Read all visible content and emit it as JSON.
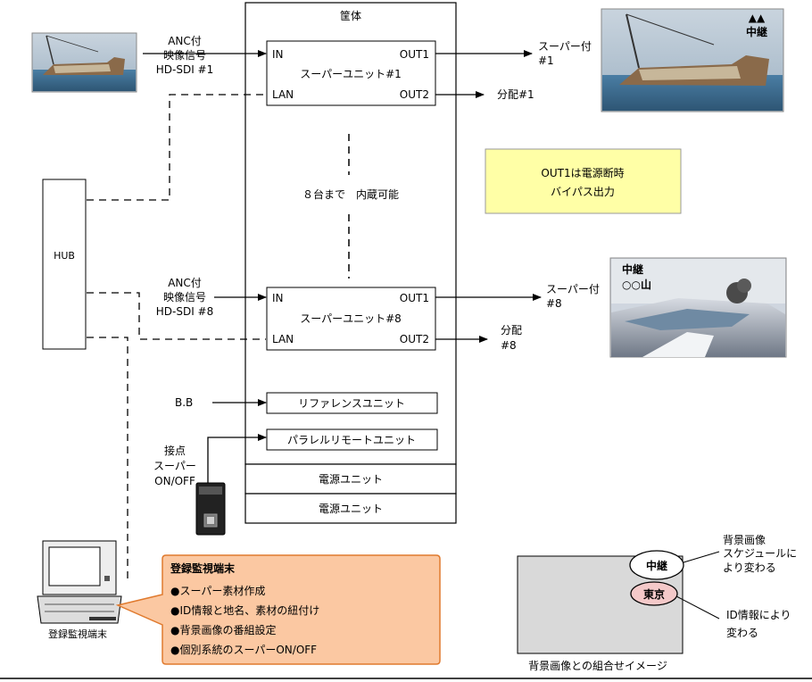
{
  "chassis": {
    "title": "筐体",
    "unit1": {
      "name": "スーパーユニット#1",
      "in": "IN",
      "lan": "LAN",
      "out1": "OUT1",
      "out2": "OUT2"
    },
    "unit8": {
      "name": "スーパーユニット#8",
      "in": "IN",
      "lan": "LAN",
      "out1": "OUT1",
      "out2": "OUT2"
    },
    "capacity_note": "８台まで　内蔵可能",
    "reference_unit": "リファレンスユニット",
    "parallel_remote_unit": "パラレルリモートユニット",
    "power_unit_1": "電源ユニット",
    "power_unit_2": "電源ユニット"
  },
  "inputs": {
    "signal1": [
      "ANC付",
      "映像信号",
      "HD-SDI #1"
    ],
    "signal8": [
      "ANC付",
      "映像信号",
      "HD-SDI #8"
    ],
    "bb": "B.B",
    "contact": [
      "接点",
      "スーパー",
      "ON/OFF"
    ]
  },
  "outputs": {
    "super1": [
      "スーパー付",
      "#1"
    ],
    "dist1": "分配#1",
    "super8": [
      "スーパー付",
      "#8"
    ],
    "dist8": [
      "分配",
      "#8"
    ]
  },
  "hub": {
    "label": "HUB"
  },
  "bypass_note": [
    "OUT1は電源断時",
    "バイパス出力"
  ],
  "thumb1_overlay": {
    "marks": "▲▲",
    "text": "中継"
  },
  "thumb8_overlay": {
    "line1": "中継",
    "line2": "○○山"
  },
  "terminal": {
    "label": "登録監視端末",
    "callout_title": "登録監視端末",
    "callout_items": [
      "●スーパー素材作成",
      "●ID情報と地名、素材の紐付け",
      "●背景画像の番組設定",
      "●個別系統のスーパーON/OFF"
    ]
  },
  "combo": {
    "top_badge": "中継",
    "bottom_badge": "東京",
    "note_bg": [
      "背景画像",
      "スケジュールに",
      "より変わる"
    ],
    "note_id": [
      "ID情報により",
      "変わる"
    ],
    "caption": "背景画像との組合せイメージ"
  },
  "colors": {
    "callout_fill": "#fbc8a2",
    "callout_stroke": "#e07a2e",
    "note_fill": "#ffffa6",
    "overlay_red": "#cc0000"
  }
}
